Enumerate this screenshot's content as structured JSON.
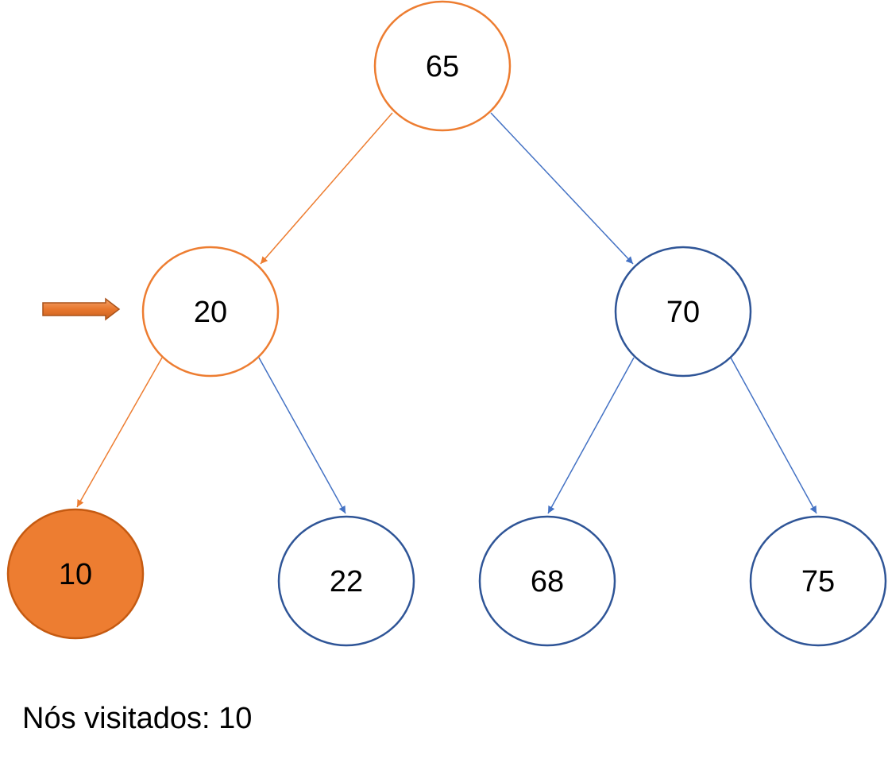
{
  "colors": {
    "visited": "#ED7D31",
    "visited_stroke": "#C55A11",
    "unvisited": "#2F5597",
    "edge_unvisited": "#4472C4",
    "edge_visited": "#ED7D31",
    "background": "#FFFFFF"
  },
  "tree": {
    "nodes": [
      {
        "id": "n65",
        "label": "65",
        "state": "path"
      },
      {
        "id": "n20",
        "label": "20",
        "state": "path"
      },
      {
        "id": "n70",
        "label": "70",
        "state": "unvisited"
      },
      {
        "id": "n10",
        "label": "10",
        "state": "visited"
      },
      {
        "id": "n22",
        "label": "22",
        "state": "unvisited"
      },
      {
        "id": "n68",
        "label": "68",
        "state": "unvisited"
      },
      {
        "id": "n75",
        "label": "75",
        "state": "unvisited"
      }
    ],
    "edges": [
      {
        "from": "n65",
        "to": "n20",
        "state": "path"
      },
      {
        "from": "n65",
        "to": "n70",
        "state": "unvisited"
      },
      {
        "from": "n20",
        "to": "n10",
        "state": "path"
      },
      {
        "from": "n20",
        "to": "n22",
        "state": "unvisited"
      },
      {
        "from": "n70",
        "to": "n68",
        "state": "unvisited"
      },
      {
        "from": "n70",
        "to": "n75",
        "state": "unvisited"
      }
    ],
    "current_pointer": {
      "icon": "right-arrow-icon",
      "points_to": "n20"
    }
  },
  "caption": {
    "text": "Nós visitados: 10"
  }
}
